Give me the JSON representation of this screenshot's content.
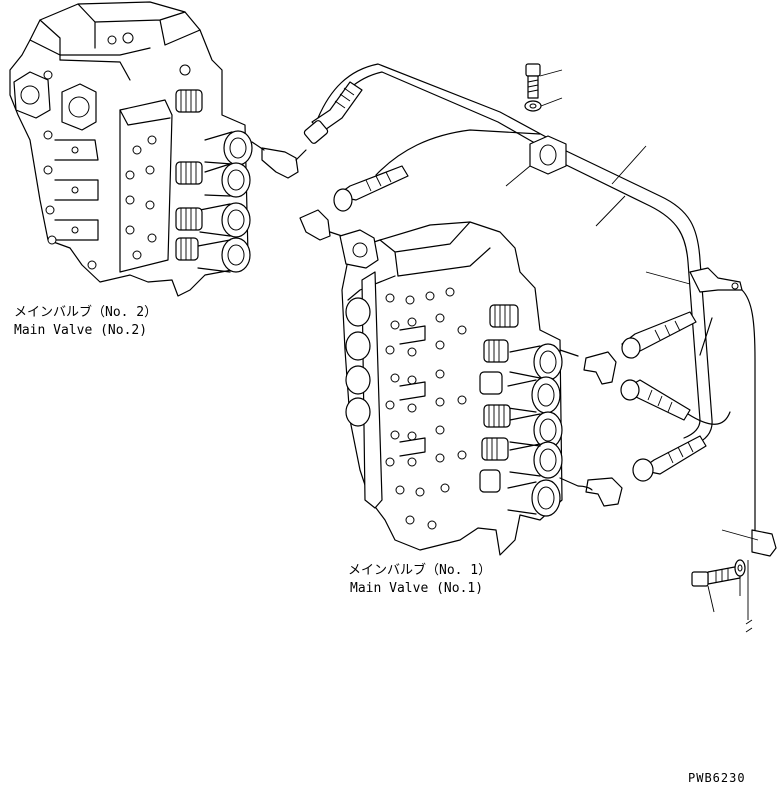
{
  "labels": {
    "valve2_jp": "メインバルブ（No. 2）",
    "valve2_en": "Main Valve (No.2)",
    "valve1_jp": "メインバルブ（No. 1）",
    "valve1_en": "Main Valve (No.1)"
  },
  "drawing_code": "PWB6230",
  "colors": {
    "line": "#000000",
    "background": "#ffffff"
  }
}
